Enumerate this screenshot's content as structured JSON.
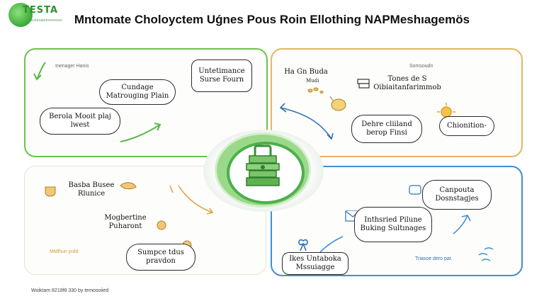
{
  "logo": {
    "text": "TESTA",
    "sub": "ocoooaonoooooo"
  },
  "title": "Mntomate Choloyctem Uǵnes Pous Roin Ellothing NAPMeshıagemös",
  "panels": {
    "top_left": {
      "label": "Inenager Hanis",
      "b1": "Cundage Matrouging Plain",
      "b2": "Untetimance Surse Fourn",
      "b3": "Berola Mooit plaj lwest"
    },
    "top_right": {
      "label": "Somsoudn",
      "t1": "Ha Gn Buda",
      "t1a": "Mudi",
      "t2": "Tones de S Oibiaitanfarimmob",
      "b1": "Dehre cliiland berop Finsi",
      "b2": "Chionition-"
    },
    "bottom_left": {
      "t1": "Basba Busee Rlunice",
      "t2": "Mogbertine Puharont",
      "b1": "Sumpce tdus pravdon",
      "label": "Mtdlhun pıdd"
    },
    "bottom_right": {
      "b1": "Canpouta Dosnstagjes",
      "b2": "Inthsried Pilune Buking Sultınages",
      "b3": "Ikes Untaboka Mssuiagge",
      "label": "Triasoe dero par."
    }
  },
  "footer": "Woiktam 8218f8 330 by temosoiied",
  "colors": {
    "green": "#6dc24c",
    "orange": "#e2b766",
    "blue": "#3b8fd8",
    "center": "#4caf4c"
  },
  "icons": [
    "lock-icon",
    "stack-icon",
    "sun-icon",
    "cat-icon",
    "bee-icon",
    "coins-icon",
    "bow-icon",
    "envelope-icon",
    "tea-icon"
  ]
}
